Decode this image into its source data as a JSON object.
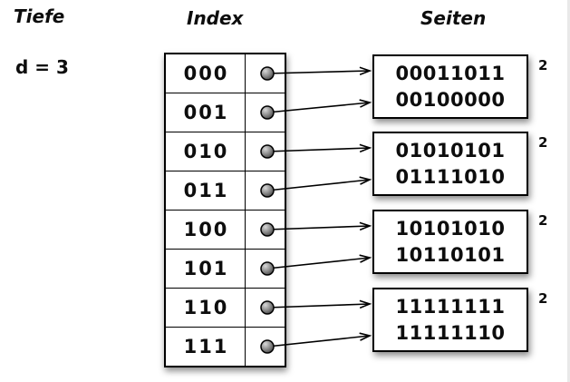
{
  "diagram": {
    "depth_label": "Tiefe",
    "depth_value": "d = 3",
    "index_header": "Index",
    "pages_header": "Seiten"
  },
  "index_table": {
    "entries": [
      {
        "label": "000",
        "page": 0
      },
      {
        "label": "001",
        "page": 0
      },
      {
        "label": "010",
        "page": 1
      },
      {
        "label": "011",
        "page": 1
      },
      {
        "label": "100",
        "page": 2
      },
      {
        "label": "101",
        "page": 2
      },
      {
        "label": "110",
        "page": 3
      },
      {
        "label": "111",
        "page": 3
      }
    ]
  },
  "pages": [
    {
      "lines": [
        "00011011",
        "00100000"
      ],
      "local_depth": "2"
    },
    {
      "lines": [
        "01010101",
        "01111010"
      ],
      "local_depth": "2"
    },
    {
      "lines": [
        "10101010",
        "10110101"
      ],
      "local_depth": "2"
    },
    {
      "lines": [
        "11111111",
        "11111110"
      ],
      "local_depth": "2"
    }
  ],
  "colors": {
    "background": "#ffffff",
    "box_fill": "#ffffff",
    "line": "#000000",
    "ball_highlight": "#d9d9d9",
    "ball_mid": "#8f8f8f",
    "ball_dark": "#3f3f3f"
  }
}
